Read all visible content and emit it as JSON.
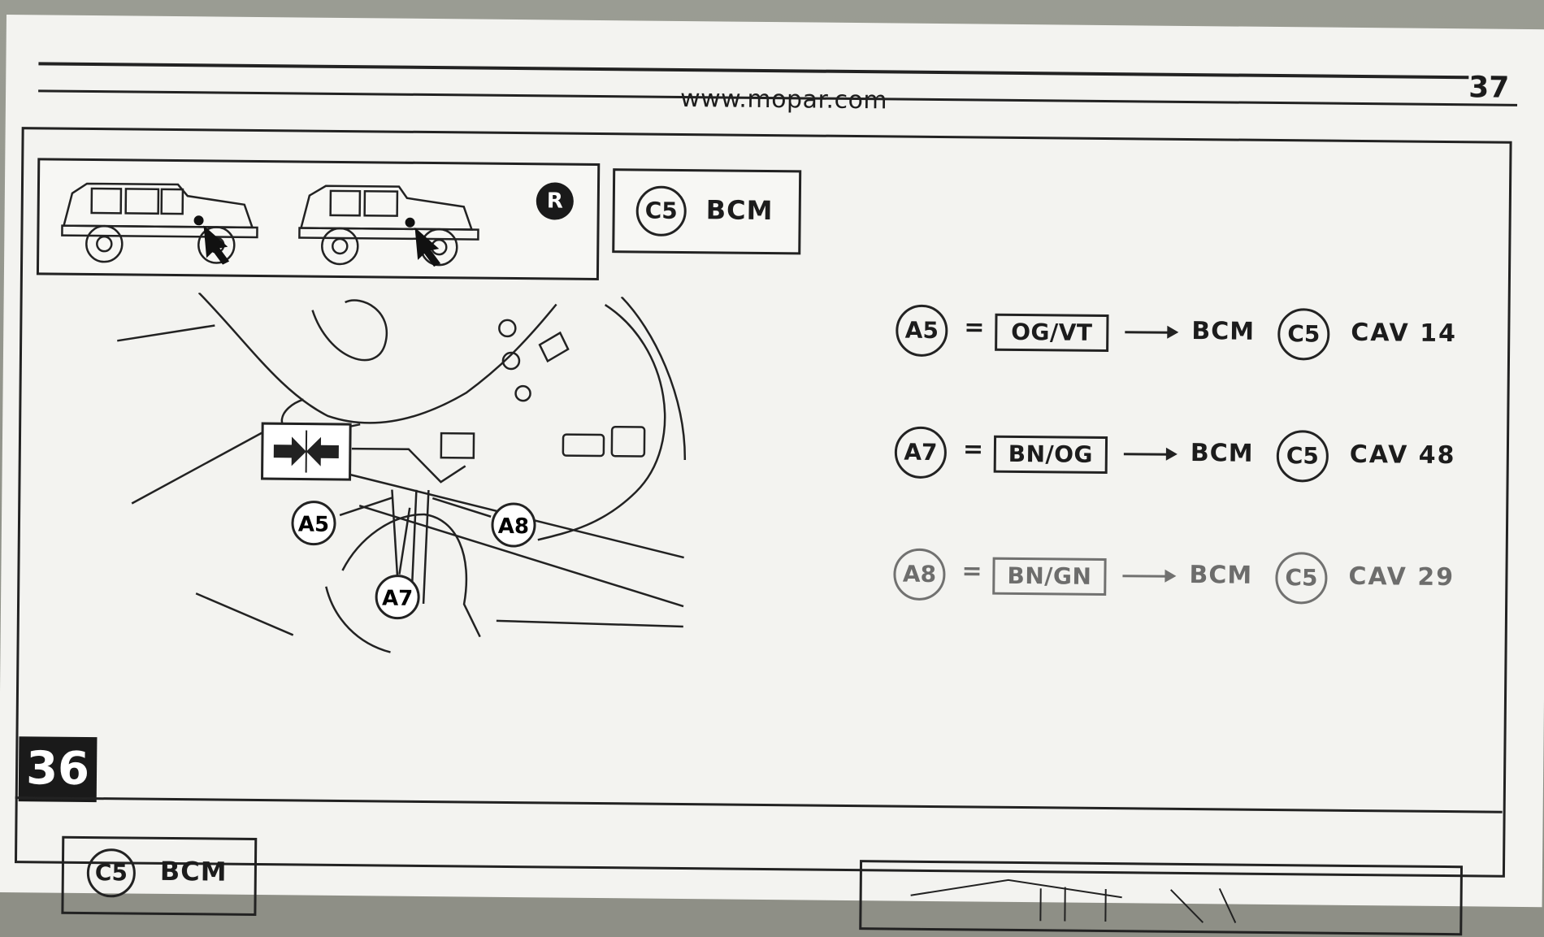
{
  "header": {
    "page_number": "37",
    "website": "www.mopar.com"
  },
  "step": {
    "number": "36",
    "badge": "R"
  },
  "connector": {
    "id": "C5",
    "name": "BCM"
  },
  "callouts": [
    "A5",
    "A7",
    "A8"
  ],
  "wires": [
    {
      "id": "A5",
      "eq": "=",
      "color": "OG/VT",
      "module": "BCM",
      "connector": "C5",
      "cavity": "CAV 14"
    },
    {
      "id": "A7",
      "eq": "=",
      "color": "BN/OG",
      "module": "BCM",
      "connector": "C5",
      "cavity": "CAV 48"
    },
    {
      "id": "A8",
      "eq": "=",
      "color": "BN/GN",
      "module": "BCM",
      "connector": "C5",
      "cavity": "CAV 29"
    }
  ],
  "next_step": {
    "connector_id": "C5",
    "connector_name": "BCM"
  }
}
